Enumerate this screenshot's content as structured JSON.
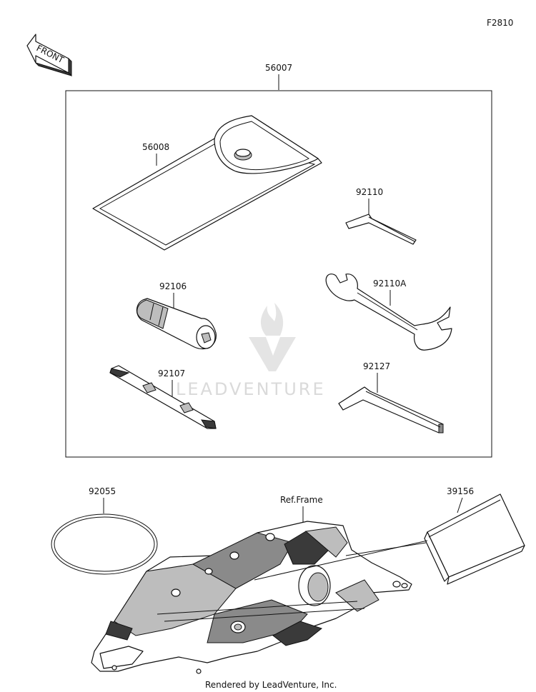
{
  "figure_code": "F2810",
  "direction_label": "FRONT",
  "watermark": "LEADVENTURE",
  "footer": "Rendered by LeadVenture, Inc.",
  "parts": {
    "kit": "56007",
    "case": "56008",
    "hex_small": "92110",
    "handle": "92106",
    "wrench": "92110A",
    "screwdriver": "92107",
    "hex_large": "92127",
    "band": "92055",
    "bag": "39156",
    "frame_ref": "Ref.Frame"
  }
}
